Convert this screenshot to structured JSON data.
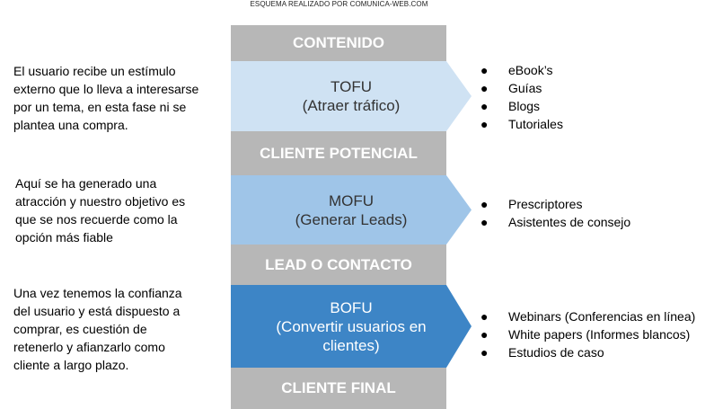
{
  "credit": "ESQUEMA REALIZADO POR COMUNICA-WEB.COM",
  "bands": {
    "contenido": "CONTENIDO",
    "cliente_potencial": "CLIENTE POTENCIAL",
    "lead_contacto": "LEAD O CONTACTO",
    "cliente_final": "CLIENTE FINAL"
  },
  "stages": [
    {
      "name": "TOFU",
      "subtitle": [
        "(Atraer tráfico)"
      ],
      "color": "#cfe2f3",
      "text_color": "#333333",
      "description": [
        "El usuario recibe un estímulo",
        "externo que lo lleva a interesarse",
        "por un tema, en esta fase ni se",
        "plantea una compra."
      ],
      "bullets": [
        "eBook’s",
        "Guías",
        "Blogs",
        "Tutoriales"
      ]
    },
    {
      "name": "MOFU",
      "subtitle": [
        "(Generar Leads)"
      ],
      "color": "#9fc5e8",
      "text_color": "#333333",
      "description": [
        "Aquí se ha generado una",
        "atracción y nuestro objetivo es",
        "que se nos recuerde como la",
        "opción más fiable"
      ],
      "bullets": [
        "Prescriptores",
        "Asistentes de consejo"
      ]
    },
    {
      "name": "BOFU",
      "subtitle": [
        "(Convertir usuarios en",
        "clientes)"
      ],
      "color": "#3d85c6",
      "text_color": "#ffffff",
      "description": [
        "Una vez tenemos la confianza",
        "del usuario y está dispuesto a",
        "comprar, es cuestión de",
        "retenerlo y afianzarlo como",
        "cliente a largo plazo."
      ],
      "bullets": [
        "Webinars (Conferencias en línea)",
        "White papers (Informes blancos)",
        "Estudios de caso"
      ]
    }
  ],
  "bullet_glyph": "●"
}
